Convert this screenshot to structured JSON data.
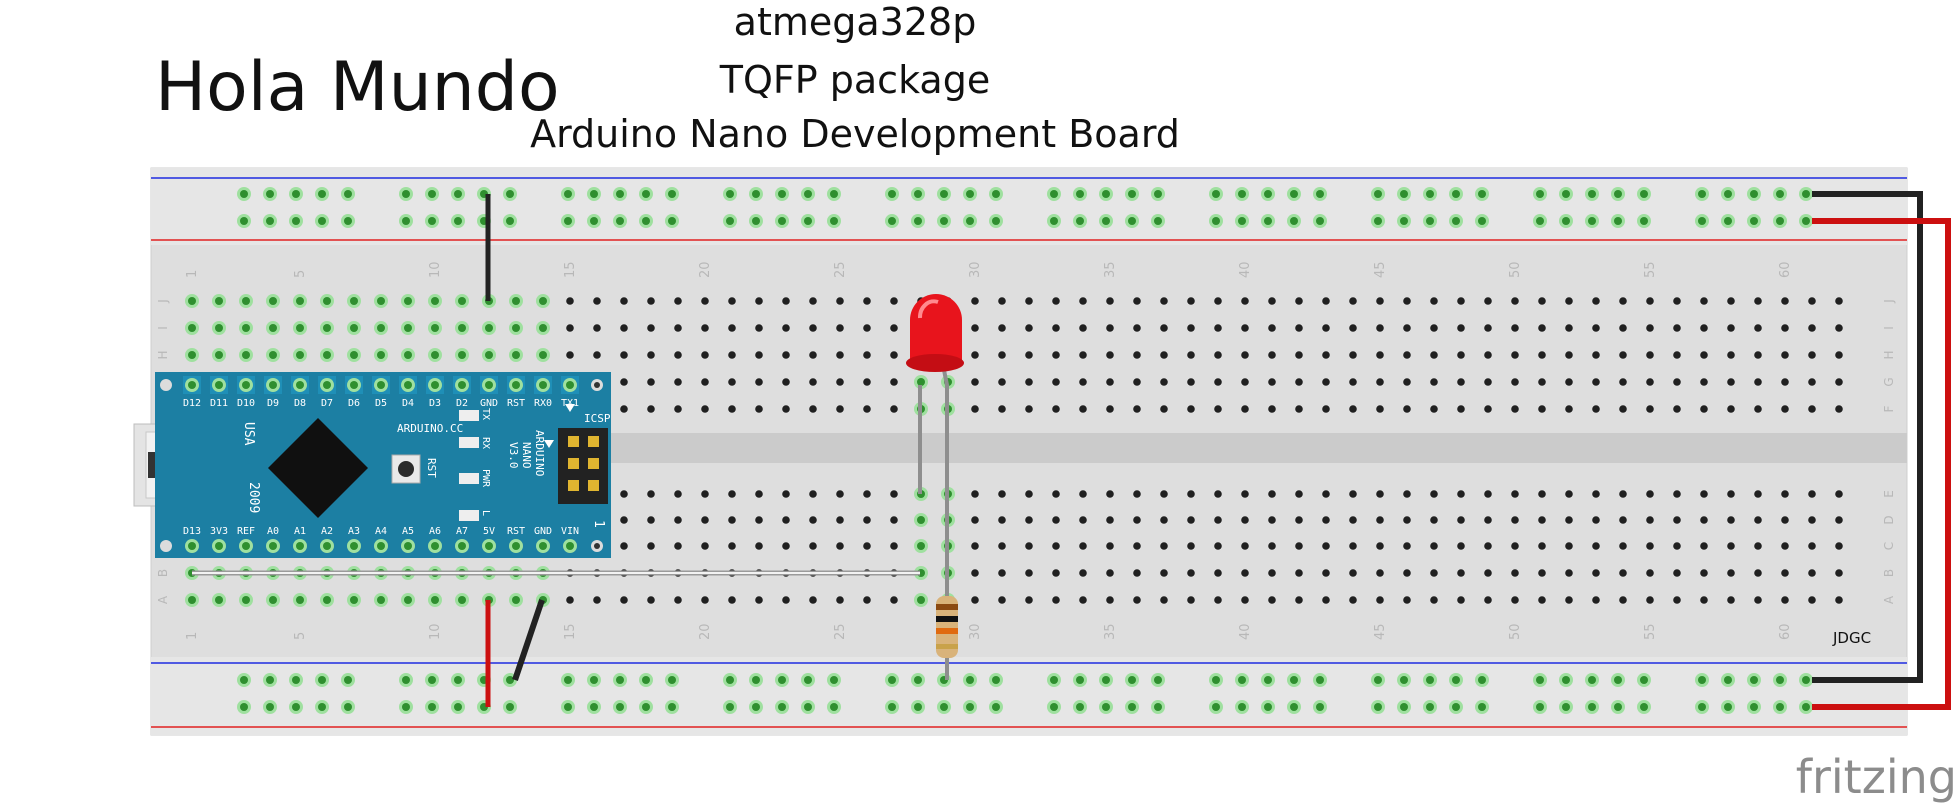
{
  "title": "Hola Mundo",
  "subtitle_lines": [
    "atmega328p",
    "TQFP  package",
    "Arduino Nano Development Board"
  ],
  "logo": "fritzing",
  "signature": "JDGC",
  "breadboard": {
    "column_labels": [
      "1",
      "5",
      "10",
      "15",
      "20",
      "25",
      "30",
      "35",
      "40",
      "45",
      "50",
      "55",
      "60"
    ],
    "row_labels_top": [
      "J",
      "I",
      "H",
      "G",
      "F"
    ],
    "row_labels_bottom": [
      "E",
      "D",
      "C",
      "B",
      "A"
    ]
  },
  "arduino": {
    "top_pins": [
      "D12",
      "D11",
      "D10",
      "D9",
      "D8",
      "D7",
      "D6",
      "D5",
      "D4",
      "D3",
      "D2",
      "GND",
      "RST",
      "RX0",
      "TX1"
    ],
    "bottom_pins": [
      "D13",
      "3V3",
      "REF",
      "A0",
      "A1",
      "A2",
      "A3",
      "A4",
      "A5",
      "A6",
      "A7",
      "5V",
      "RST",
      "GND",
      "VIN"
    ],
    "brand": "ARDUINO.CC",
    "model": [
      "ARDUINO",
      "NANO",
      "V3.0"
    ],
    "usa": "USA",
    "year": "2009",
    "icsp": "ICSP",
    "rst": "RST",
    "led_labels": [
      "TX",
      "RX",
      "PWR",
      "L"
    ],
    "header_number": "1"
  },
  "colors": {
    "board_blue": "#1c7fa3",
    "led_red": "#e8141c",
    "wire_black": "#222222",
    "wire_red": "#cc1010",
    "rail_blue": "#1f2be0",
    "rail_red": "#e02020",
    "hole_green": "#4bbf4b"
  }
}
